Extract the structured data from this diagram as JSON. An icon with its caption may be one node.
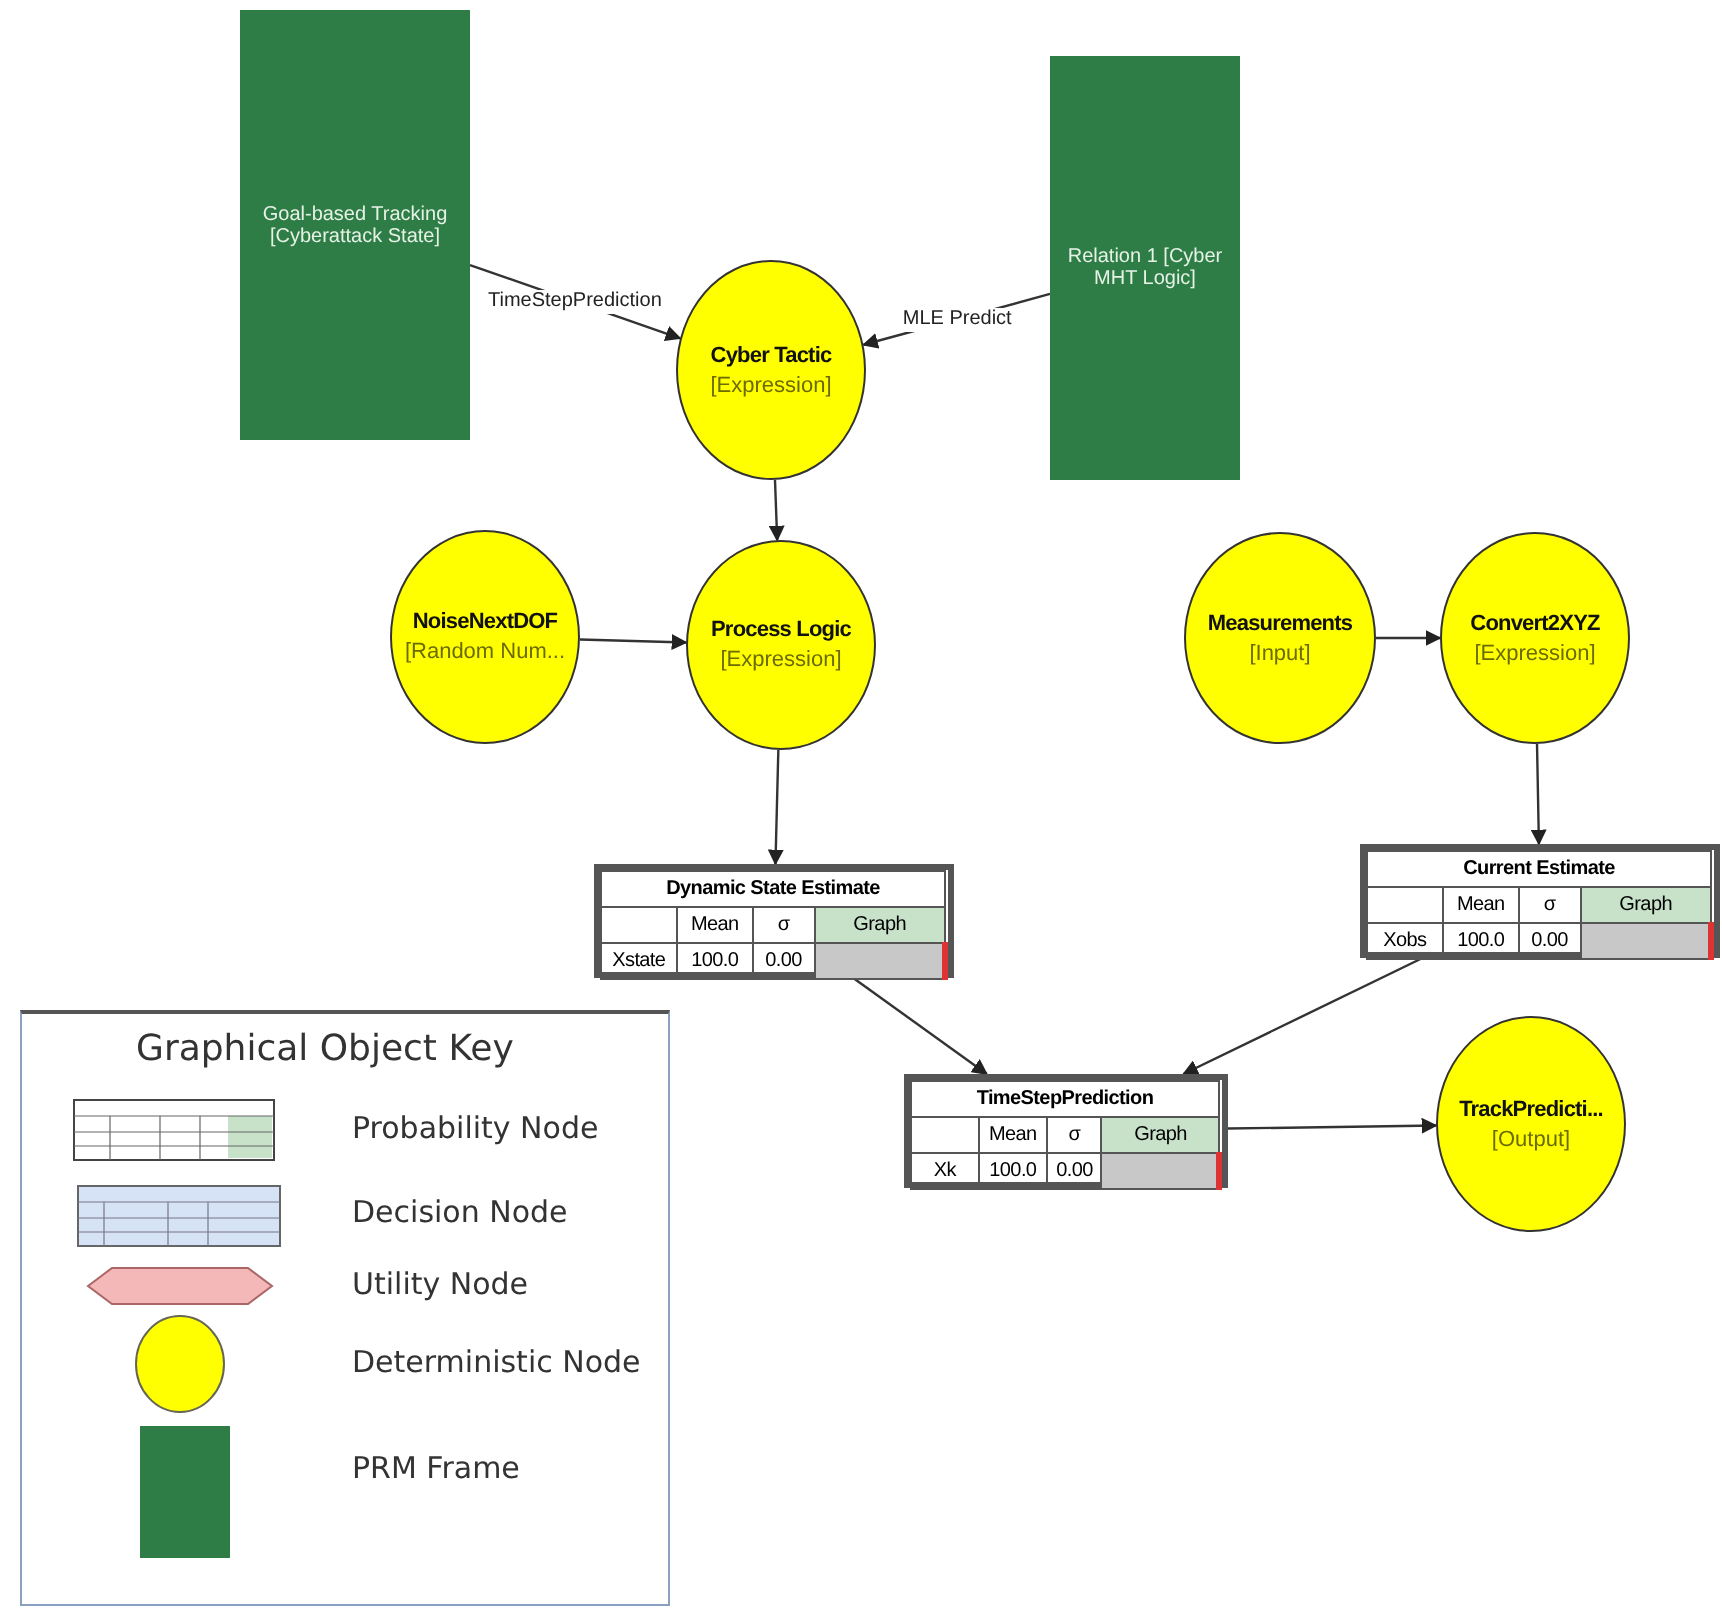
{
  "diagram": {
    "nodes": [
      {
        "text": [
          "Goal-based Tracking [Cyberattack State]"
        ]
      },
      {
        "text": [
          "Cyber Tactic",
          "[Expression]"
        ]
      },
      {
        "text": [
          "Relation 1 [Cyber MHT Logic]"
        ]
      },
      {
        "text": [
          "NoiseNextDOF",
          "[Random Num..."
        ]
      },
      {
        "text": [
          "Process Logic",
          "[Expression]"
        ]
      },
      {
        "text": [
          "Measurements",
          "[Input]"
        ]
      },
      {
        "text": [
          "Convert2XYZ",
          "[Expression]"
        ]
      },
      {
        "text": [
          "Dynamic State Estimate",
          "Mean",
          "σ",
          "Graph",
          "Xstate",
          "100.0",
          "0.00"
        ]
      },
      {
        "text": [
          "Current Estimate",
          "Mean",
          "σ",
          "Graph",
          "Xobs",
          "100.0",
          "0.00"
        ]
      },
      {
        "text": [
          "TimeStepPrediction",
          "Mean",
          "σ",
          "Graph",
          "Xk",
          "100.0",
          "0.00"
        ]
      },
      {
        "text": [
          "TrackPredicti...",
          "[Output]"
        ]
      }
    ],
    "edges": [
      {
        "from": 0,
        "to": 1,
        "arrow": "to",
        "label": "TimeStepPrediction"
      },
      {
        "from": 2,
        "to": 1,
        "arrow": "to",
        "label": "MLE Predict"
      },
      {
        "from": 1,
        "to": 4,
        "arrow": "to"
      },
      {
        "from": 3,
        "to": 4,
        "arrow": "to"
      },
      {
        "from": 4,
        "to": 7,
        "arrow": "to"
      },
      {
        "from": 5,
        "to": 6,
        "arrow": "to"
      },
      {
        "from": 6,
        "to": 8,
        "arrow": "to"
      },
      {
        "from": 7,
        "to": 9,
        "arrow": "to"
      },
      {
        "from": 8,
        "to": 9,
        "arrow": "to"
      },
      {
        "from": 9,
        "to": 10,
        "arrow": "to"
      }
    ],
    "labels": [
      "Graphical Object Key"
    ],
    "legend": [
      {
        "text": "Probability Node"
      },
      {
        "text": "Decision Node"
      },
      {
        "text": "Utility Node"
      },
      {
        "text": "Deterministic Node"
      },
      {
        "text": "PRM Frame"
      }
    ]
  }
}
